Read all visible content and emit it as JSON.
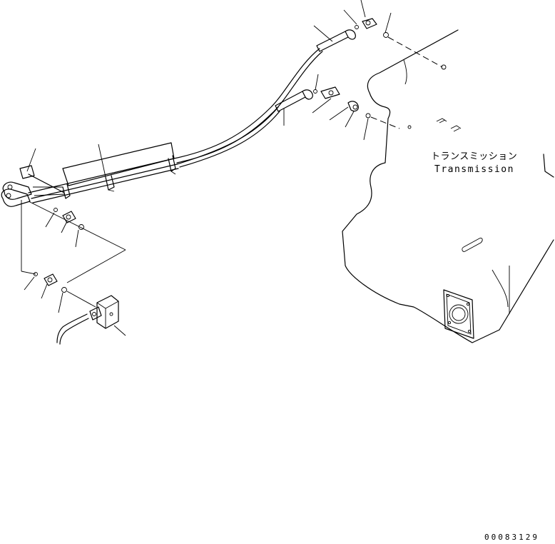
{
  "labels": {
    "transmission_jp": "トランスミッション",
    "transmission_en": "Transmission"
  },
  "drawing_code": "00083129"
}
